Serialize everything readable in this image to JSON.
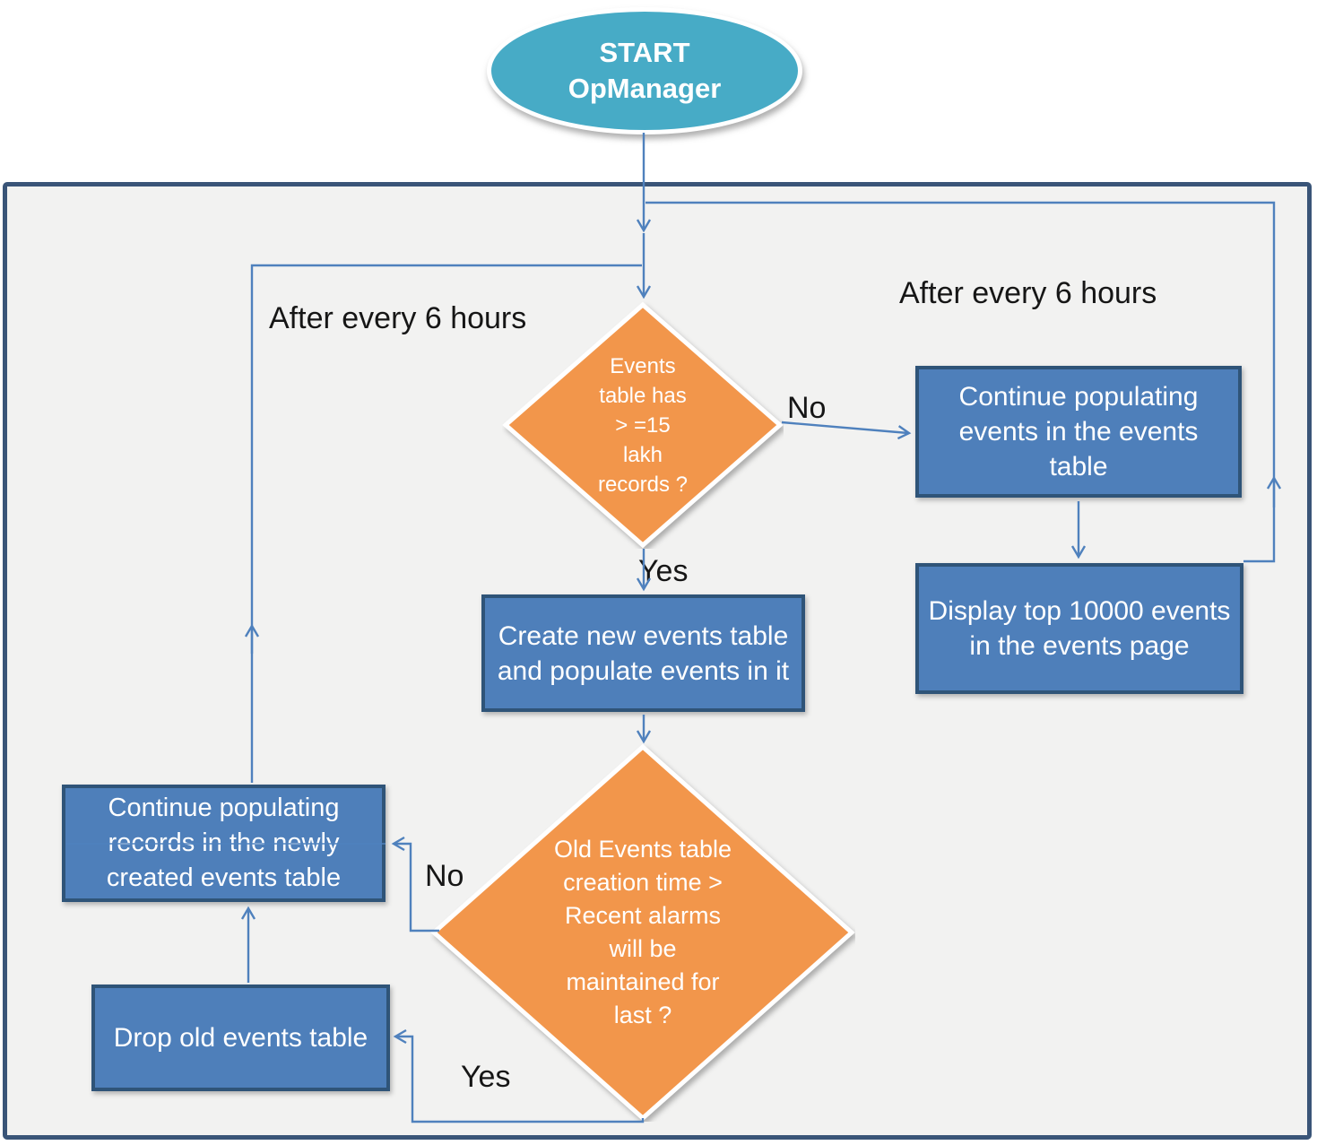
{
  "flowchart": {
    "start": {
      "line1": "START",
      "line2": "OpManager"
    },
    "labels": {
      "after_left": "After every 6 hours",
      "after_right": "After every 6 hours",
      "no_d1": "No",
      "yes_d1": "Yes",
      "no_d2": "No",
      "yes_d2": "Yes"
    },
    "decisions": {
      "events_count": "Events\ntable has\n> =15\nlakh\nrecords ?",
      "old_table": "Old Events table\ncreation time >\nRecent alarms\nwill be\nmaintained for\nlast ?"
    },
    "processes": {
      "continue_events": "Continue populating events in the events table",
      "display_top": "Display top 10000 events in the events page",
      "create_new": "Create new events table and populate events in it",
      "continue_records": "Continue populating records in the newly created events table",
      "drop_old": "Drop old events table"
    },
    "colors": {
      "start_fill": "#47abc6",
      "decision_fill": "#f2964b",
      "process_fill": "#4e7fba",
      "process_border": "#2f5478",
      "connector": "#4f81bd",
      "frame_border": "#3a5578",
      "frame_fill": "#f2f2f1"
    }
  }
}
